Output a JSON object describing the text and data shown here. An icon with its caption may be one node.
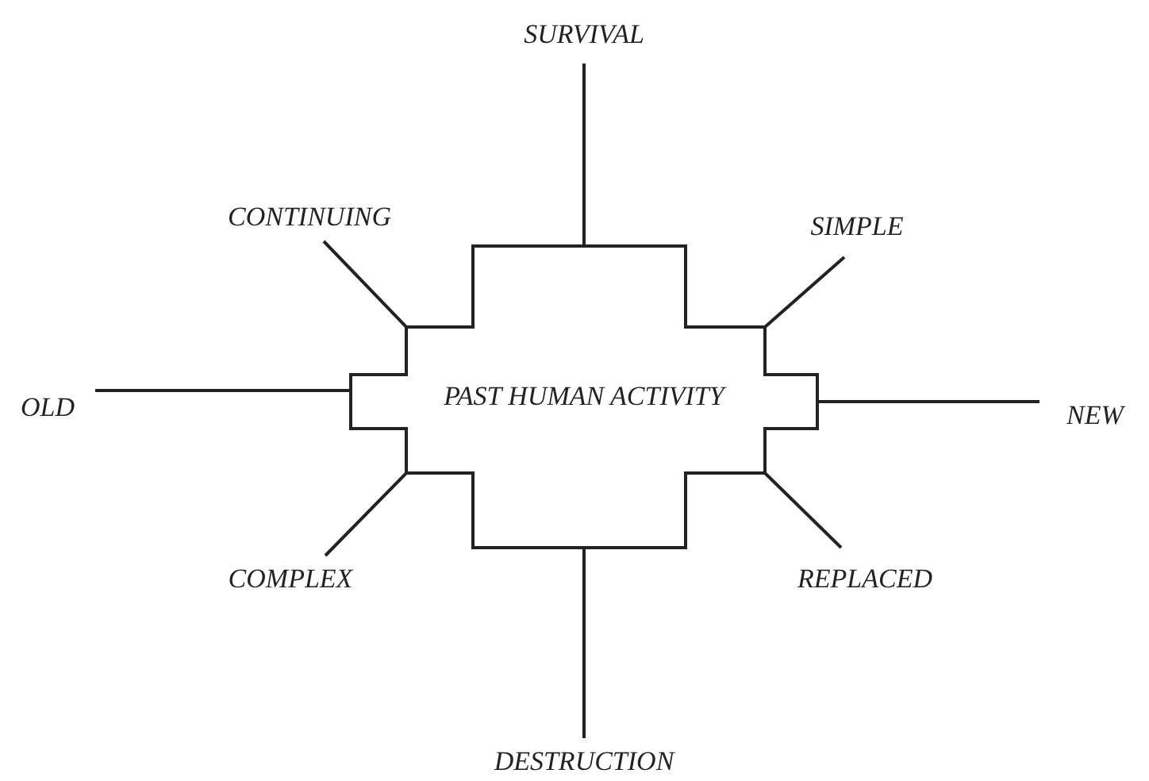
{
  "diagram": {
    "nodes": [
      {
        "text": [
          "SURVIVAL"
        ]
      },
      {
        "text": [
          "CONTINUING"
        ]
      },
      {
        "text": [
          "SIMPLE"
        ]
      },
      {
        "text": [
          "OLD"
        ]
      },
      {
        "text": [
          "PAST HUMAN ACTIVITY"
        ]
      },
      {
        "text": [
          "NEW"
        ]
      },
      {
        "text": [
          "COMPLEX"
        ]
      },
      {
        "text": [
          "REPLACED"
        ]
      },
      {
        "text": [
          "DESTRUCTION"
        ]
      }
    ],
    "edges": [
      {
        "from": 4,
        "to": 0,
        "arrow": "none"
      },
      {
        "from": 4,
        "to": 1,
        "arrow": "none"
      },
      {
        "from": 4,
        "to": 2,
        "arrow": "none"
      },
      {
        "from": 4,
        "to": 3,
        "arrow": "none"
      },
      {
        "from": 4,
        "to": 5,
        "arrow": "none"
      },
      {
        "from": 4,
        "to": 6,
        "arrow": "none"
      },
      {
        "from": 4,
        "to": 7,
        "arrow": "none"
      },
      {
        "from": 4,
        "to": 8,
        "arrow": "none"
      }
    ]
  }
}
